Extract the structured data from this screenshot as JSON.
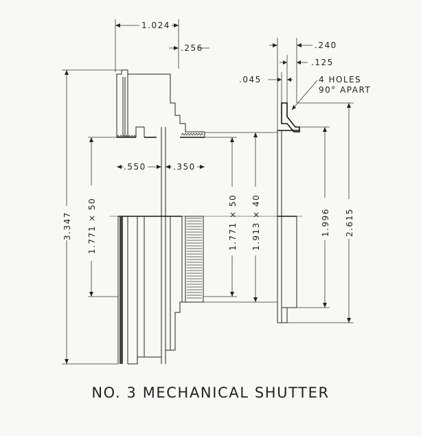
{
  "title": "NO. 3 MECHANICAL SHUTTER",
  "dimensions": {
    "d_1024": "1.024",
    "d_256": ".256",
    "d_240": ".240",
    "d_125": ".125",
    "d_045": ".045",
    "note_line1": "4 HOLES",
    "note_line2": "90° APART",
    "d_550": ".550",
    "d_350": ".350",
    "d_3347": "3.347",
    "d_1771_left": "1.771 × 50",
    "d_1771_right": "1.771 × 50",
    "d_1913": "1.913 × 40",
    "d_1996": "1.996",
    "d_2615": "2.615"
  }
}
